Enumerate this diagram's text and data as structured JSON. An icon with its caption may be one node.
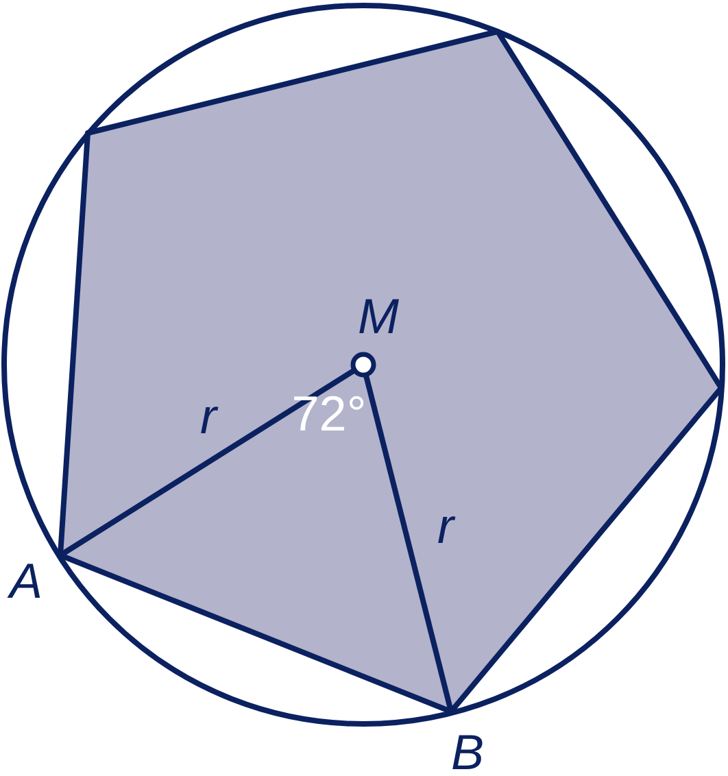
{
  "diagram": {
    "labels": [
      "M",
      "r",
      "72°",
      "r",
      "A",
      "B"
    ]
  }
}
